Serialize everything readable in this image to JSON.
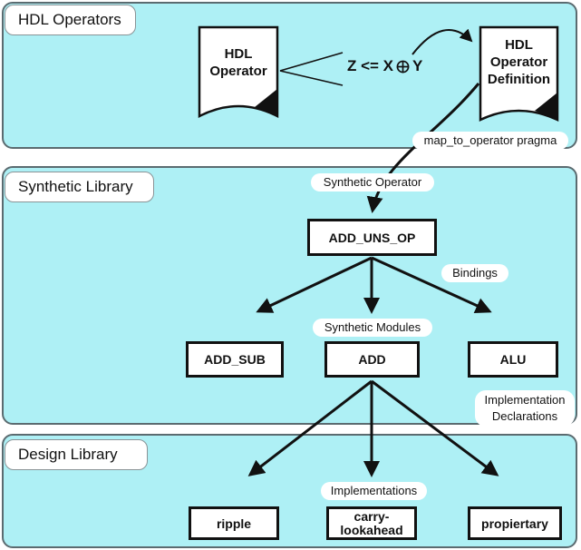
{
  "sections": {
    "hdl_operators": "HDL Operators",
    "synthetic_library": "Synthetic Library",
    "design_library": "Design Library"
  },
  "hdl": {
    "operator_doc": "HDL\nOperator",
    "definition_doc": "HDL\nOperator\nDefinition",
    "formula_left": "Z <= X",
    "formula_right": "Y"
  },
  "labels": {
    "pragma": "map_to_operator pragma",
    "synthetic_operator": "Synthetic Operator",
    "bindings": "Bindings",
    "synthetic_modules": "Synthetic Modules",
    "implementation_declarations": "Implementation\nDeclarations",
    "implementations": "Implementations"
  },
  "boxes": {
    "operator": "ADD_UNS_OP",
    "modules": [
      "ADD_SUB",
      "ADD",
      "ALU"
    ],
    "implementations": [
      "ripple",
      "carry-\nlookahead",
      "propiertary"
    ]
  },
  "colors": {
    "panel_fill": "#aef0f5",
    "panel_border": "#5b6b70",
    "arrow": "#111111"
  }
}
